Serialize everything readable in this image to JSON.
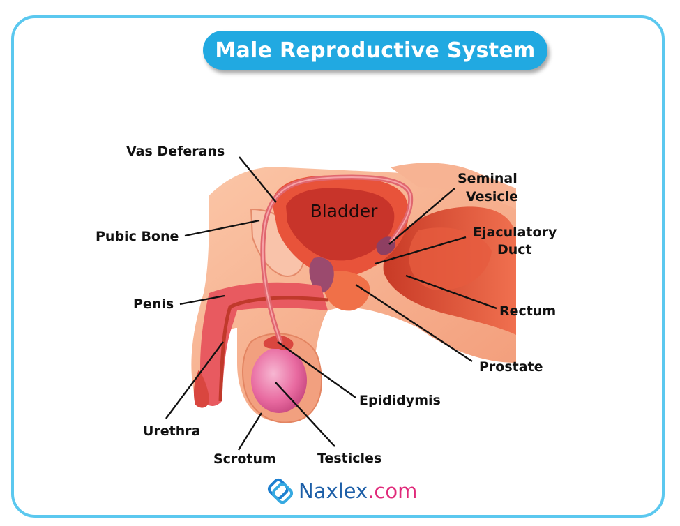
{
  "title": "Male Reproductive System",
  "labels": {
    "vas_deferans": "Vas Deferans",
    "pubic_bone": "Pubic Bone",
    "penis": "Penis",
    "urethra": "Urethra",
    "scrotum": "Scrotum",
    "testicles": "Testicles",
    "epididymis": "Epididymis",
    "prostate": "Prostate",
    "rectum": "Rectum",
    "ejaculatory_duct_line1": "Ejaculatory",
    "ejaculatory_duct_line2": "Duct",
    "seminal_vesicle_line1": "Seminal",
    "seminal_vesicle_line2": "Vesicle",
    "bladder": "Bladder"
  },
  "logo": {
    "brand": "Naxlex",
    "tld": ".com",
    "icon": "naxlex-logo-icon"
  },
  "colors": {
    "frame": "#5bc8ef",
    "title_bg": "#21a9e1",
    "tissue": "#f4a27e",
    "organ": "#e8533a",
    "deep": "#c0392b",
    "testicle": "#e86aa0"
  }
}
